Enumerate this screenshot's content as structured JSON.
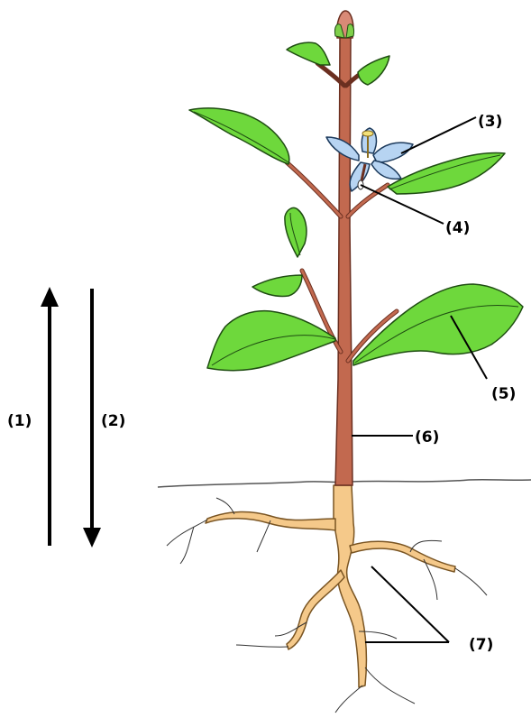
{
  "labels": {
    "l1": "(1)",
    "l2": "(2)",
    "l3": "(3)",
    "l4": "(4)",
    "l5": "(5)",
    "l6": "(6)",
    "l7": "(7)"
  },
  "colors": {
    "leaf": "#6ed83c",
    "leaf_outline": "#1f4d12",
    "stem": "#c2694f",
    "root": "#f5c98a",
    "petal": "#b7d4f2",
    "line": "#000000"
  }
}
